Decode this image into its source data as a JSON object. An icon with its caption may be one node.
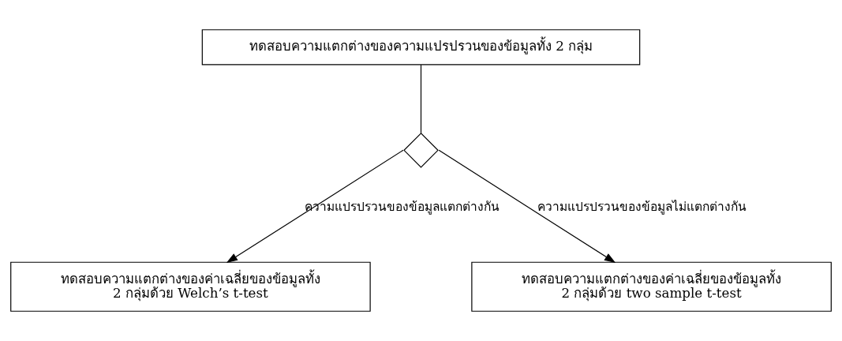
{
  "diagram": {
    "nodes": [
      {
        "text": [
          "ทดสอบความแตกต่างของความแปรปรวนของข้อมูลทั้ง 2 กลุ่ม"
        ]
      },
      {
        "text": [],
        "shape": "diamond"
      },
      {
        "text": [
          "ทดสอบความแตกต่างของค่าเฉลี่ยของข้อมูลทั้ง 2 กลุ่มด้วย Welch’s t-test"
        ]
      },
      {
        "text": [
          "ทดสอบความแตกต่างของค่าเฉลี่ยของข้อมูลทั้ง 2 กลุ่มด้วย two sample t-test"
        ]
      }
    ],
    "edges": [
      {
        "from": 0,
        "to": 1,
        "arrow": "none"
      },
      {
        "from": 1,
        "to": 2,
        "arrow": "to",
        "label": "ความแปรปรวนของข้อมูลแตกต่างกัน"
      },
      {
        "from": 1,
        "to": 3,
        "arrow": "to",
        "label": "ความแปรปรวนของข้อมูลไม่แตกต่างกัน"
      }
    ]
  }
}
